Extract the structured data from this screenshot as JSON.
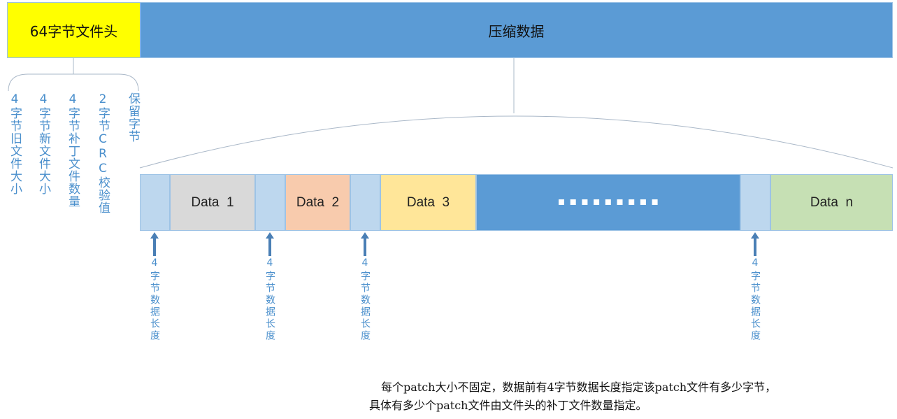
{
  "top_bar": {
    "header_label": "64字节文件头",
    "compressed_label": "压缩数据",
    "header_color": "#ffff00",
    "compressed_color": "#5b9bd5"
  },
  "header_fields": [
    {
      "label": "4字节旧文件大小"
    },
    {
      "label": "4字节新文件大小"
    },
    {
      "label": "4字节补丁文件数量"
    },
    {
      "label": "2字节CRC校验值"
    },
    {
      "label": "保留字节"
    }
  ],
  "data_row": {
    "segments": [
      {
        "kind": "len",
        "label": ""
      },
      {
        "kind": "data",
        "label": "Data  1",
        "color": "#d9d9d9"
      },
      {
        "kind": "len",
        "label": ""
      },
      {
        "kind": "data",
        "label": "Data  2",
        "color": "#f8cbad"
      },
      {
        "kind": "len",
        "label": ""
      },
      {
        "kind": "data",
        "label": "Data  3",
        "color": "#ffe699"
      },
      {
        "kind": "ellipsis",
        "label": "",
        "color": "#5b9bd5"
      },
      {
        "kind": "len",
        "label": ""
      },
      {
        "kind": "data",
        "label": "Data  n",
        "color": "#c6e0b4"
      }
    ],
    "length_color": "#bdd7ee"
  },
  "length_annotations": [
    {
      "label": "4字节数据长度"
    },
    {
      "label": "4字节数据长度"
    },
    {
      "label": "4字节数据长度"
    },
    {
      "label": "4字节数据长度"
    }
  ],
  "note": {
    "line1": "每个patch大小不固定，数据前有4字节数据长度指定该patch文件有多少字节，",
    "line2": "具体有多少个patch文件由文件头的补丁文件数量指定。"
  }
}
